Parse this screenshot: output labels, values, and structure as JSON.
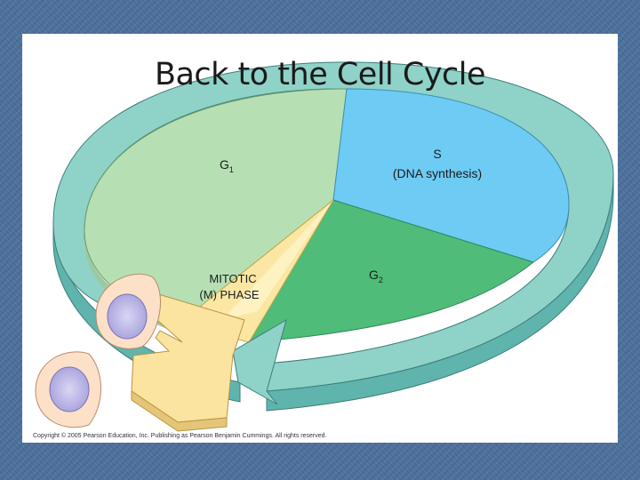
{
  "slide": {
    "title": "Back to the Cell Cycle",
    "copyright": "Copyright © 2005 Pearson Education, Inc. Publishing as Pearson Benjamin Cummings. All rights reserved."
  },
  "phases": {
    "g1": {
      "label": "G",
      "subscript": "1"
    },
    "s": {
      "label": "S",
      "detail": "(DNA synthesis)"
    },
    "g2": {
      "label": "G",
      "subscript": "2"
    },
    "mitotic": {
      "line1": "MITOTIC",
      "line2": "(M) PHASE"
    }
  },
  "colors": {
    "g1": "#b6e0b4",
    "s": "#6ecbf4",
    "g2": "#4fbc7a",
    "mitotic": "#fbe7a3",
    "ring": "#8fd2c8",
    "ring_side": "#5fb4ad",
    "cell": "#fce0c8",
    "nucleus": "#b9b6e6"
  }
}
